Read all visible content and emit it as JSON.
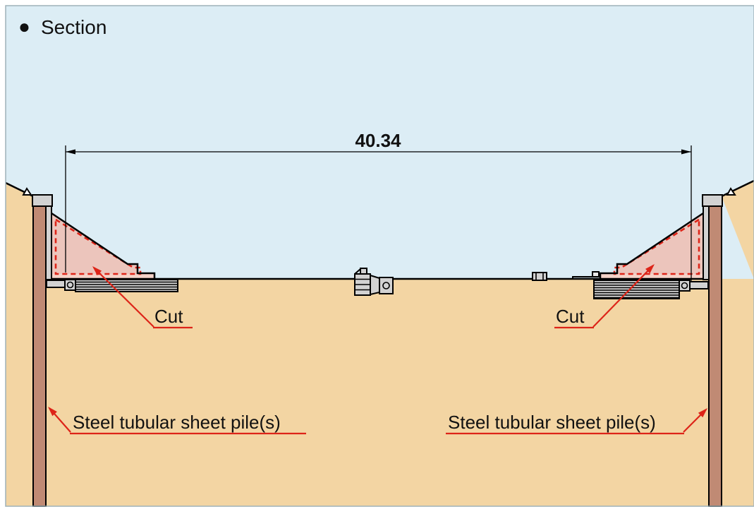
{
  "title": {
    "icon": "●",
    "label": "Section"
  },
  "dimension": {
    "label": "40.34"
  },
  "labels": {
    "cut_left": "Cut",
    "cut_right": "Cut",
    "pile_left": "Steel tubular sheet pile(s)",
    "pile_right": "Steel tubular sheet pile(s)"
  },
  "colors": {
    "sky": "#dcedf5",
    "ground": "#f3d5a3",
    "pile": "#c08a74",
    "steel": "#d2d2d2",
    "steel_light": "#e8e8e8",
    "cut_fill": "#ecc5bc",
    "cut_strip": "#f5d3c9",
    "outline": "#000000",
    "red": "#dd2418",
    "white": "#ffffff"
  }
}
